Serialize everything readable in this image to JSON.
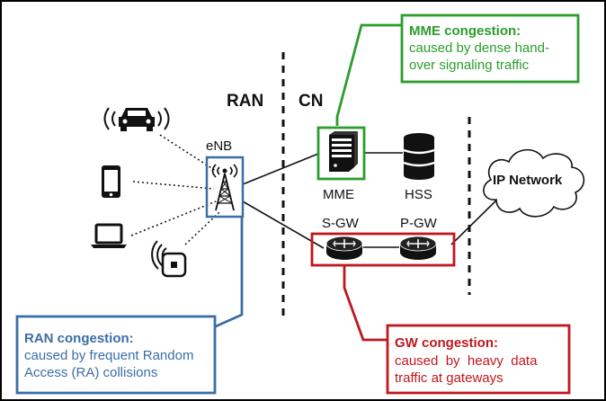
{
  "sections": {
    "ran": "RAN",
    "cn": "CN"
  },
  "nodes": {
    "enb": "eNB",
    "mme": "MME",
    "hss": "HSS",
    "sgw": "S-GW",
    "pgw": "P-GW",
    "ip_network": "IP Network"
  },
  "callouts": {
    "mme": {
      "title": "MME congestion:",
      "line1": "caused by dense hand-",
      "line2": "over signaling traffic",
      "color": "#2a9d2a"
    },
    "ran": {
      "title": "RAN congestion:",
      "line1": "caused by frequent Random",
      "line2": "Access (RA) collisions",
      "color": "#3a6ea5"
    },
    "gw": {
      "title": "GW congestion:",
      "line1": "caused  by  heavy  data",
      "line2": "traffic at gateways",
      "color": "#c0171d"
    }
  },
  "icons": {
    "ue_devices": [
      "connected-car-icon",
      "smartphone-icon",
      "laptop-icon",
      "sensor-icon"
    ],
    "enb": "cell-tower-icon",
    "mme": "server-icon",
    "hss": "database-icon",
    "gateways": "router-icon",
    "ip_network": "cloud-icon"
  }
}
